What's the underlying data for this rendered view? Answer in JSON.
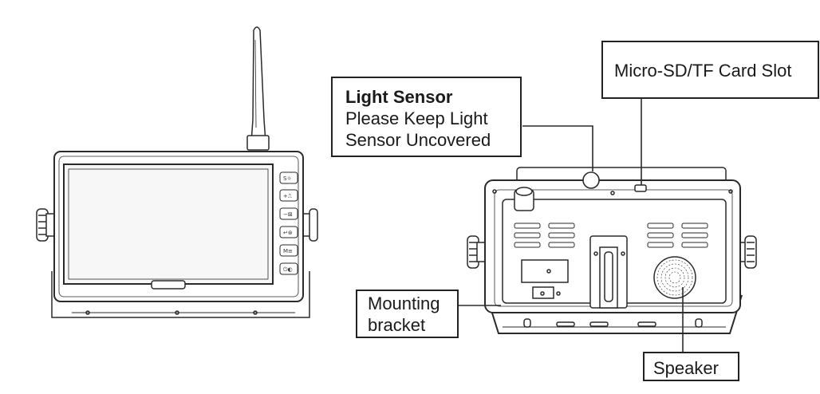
{
  "front_monitor": {
    "buttons": [
      {
        "icon": "s-brightness-icon",
        "glyph": "S☼"
      },
      {
        "icon": "plus-icon",
        "glyph": "+⎍"
      },
      {
        "icon": "minus-icon",
        "glyph": "−⊠"
      },
      {
        "icon": "enter-icon",
        "glyph": "↵⊛"
      },
      {
        "icon": "menu-icon",
        "glyph": "M≡"
      },
      {
        "icon": "power-icon",
        "glyph": "⏻◐"
      }
    ]
  },
  "callouts": {
    "light_sensor": {
      "title": "Light Sensor",
      "line1": "Please Keep Light",
      "line2": "Sensor Uncovered"
    },
    "sd_slot": {
      "label": "Micro-SD/TF Card Slot"
    },
    "mounting_bracket": {
      "line1": "Mounting",
      "line2": "bracket"
    },
    "speaker": {
      "label": "Speaker"
    }
  },
  "colors": {
    "line": "#2a2a2a",
    "screen": "#f7f7f7",
    "body": "#ffffff"
  }
}
